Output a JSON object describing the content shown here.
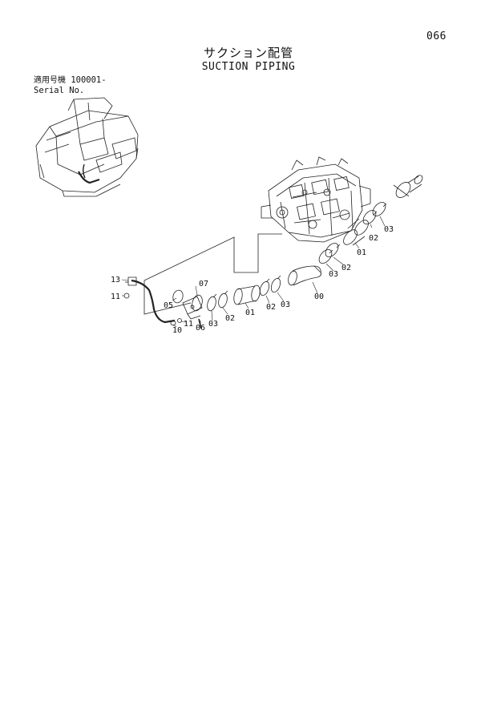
{
  "page": {
    "number": "066",
    "title_jp": "サクション配管",
    "title_en": "SUCTION PIPING"
  },
  "serial": {
    "label_jp": "適用号機",
    "value": "100001-",
    "label_en": "Serial No."
  },
  "callouts": {
    "c13": "13",
    "c11a": "11",
    "c05": "05",
    "c07": "07",
    "c10": "10",
    "c11b": "11",
    "c06": "06",
    "c03a": "03",
    "c02a": "02",
    "c01a": "01",
    "c02b": "02",
    "c03b": "03",
    "c00": "00",
    "c03c": "03",
    "c02c": "02",
    "c01b": "01",
    "c02d": "02",
    "c03d": "03"
  }
}
